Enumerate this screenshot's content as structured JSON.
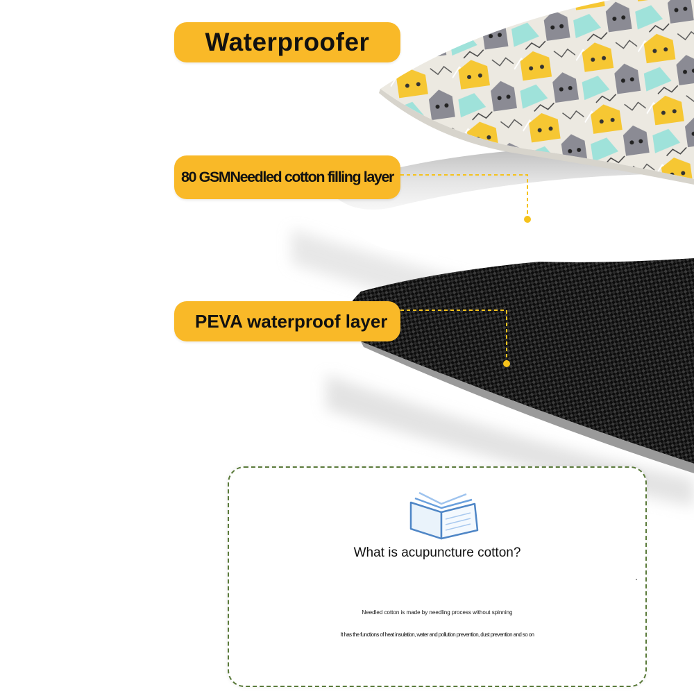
{
  "labels": {
    "waterproofer": "Waterproofer",
    "filling_layer": "80 GSMNeedled cotton filling layer",
    "peva_layer": "PEVA waterproof layer"
  },
  "info": {
    "question": "What is acupuncture cotton?",
    "line1": "Needled cotton is made by needling process without spinning",
    "line2": "It has the functions of heat insulation, water and pollution prevention, dust prevention and so on"
  },
  "colors": {
    "label_background": "#f9b928",
    "callout_line": "#f5c21b",
    "box_border": "#5a7a3a"
  },
  "icons": {
    "book": "open-book-icon"
  }
}
